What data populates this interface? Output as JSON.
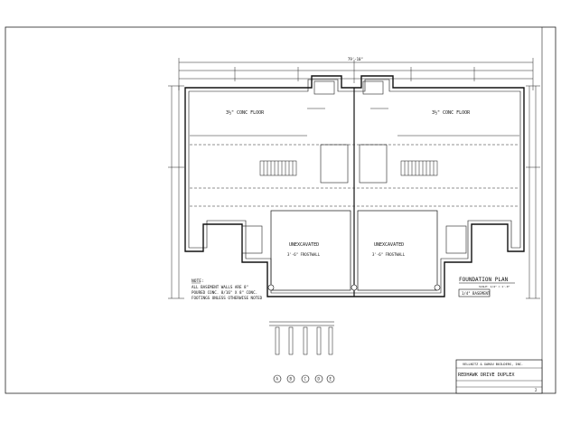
{
  "plan": {
    "floor_left": "3½\" CONC FLOOR",
    "floor_right": "3½\" CONC FLOOR",
    "unexcavated_left": "UNEXCAVATED",
    "unexcavated_right": "UNEXCAVATED",
    "frostwall_left": "3'-6\" FROSTWALL",
    "frostwall_right": "3'-6\" FROSTWALL",
    "overall_dim": "79'-10\""
  },
  "notes": {
    "heading": "NOTE:",
    "lines": [
      "ALL BASEMENT WALLS ARE 8\"",
      "POURED CONC. 8/16\" X 8\" CONC.",
      "FOOTINGS UNLESS OTHERWISE NOTED"
    ]
  },
  "title": {
    "plan_name": "FOUNDATION PLAN",
    "scale": "SCALE: 1/4\" = 1'-0\"",
    "basement_box": "1/4\" BASEMENT"
  },
  "title_block": {
    "company": "VELLNITZ & GAROU BUILDERS, INC.",
    "project": "REDHAWK DRIVE DUPLEX",
    "sheet": "2"
  },
  "grid_bubbles": [
    "A",
    "B",
    "C",
    "D",
    "E"
  ]
}
